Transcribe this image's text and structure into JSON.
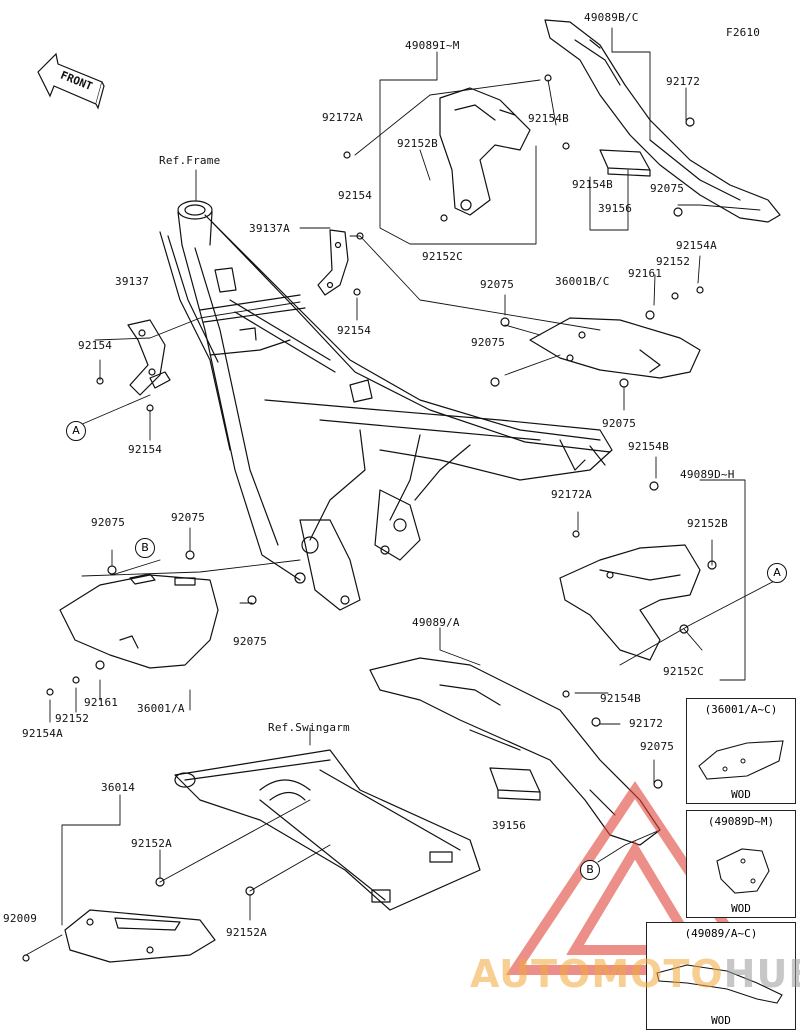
{
  "diagram_code": "F2610",
  "front_label": "FRONT",
  "labels": {
    "p49089BC": "49089B/C",
    "p49089IM": "49089I~M",
    "p92172A_top": "92172A",
    "p92154B_a": "92154B",
    "p92152B_top": "92152B",
    "p92154B_b": "92154B",
    "p92152C_top": "92152C",
    "p92172_top": "92172",
    "p92075_top": "92075",
    "p39156_top": "39156",
    "p92154A_top": "92154A",
    "p92152_top": "92152",
    "p92161_top": "92161",
    "refFrame": "Ref.Frame",
    "p92154_a": "92154",
    "p39137A": "39137A",
    "p39137": "39137",
    "p92154_b": "92154",
    "p92154_c": "92154",
    "p92154_d": "92154",
    "p36001BC": "36001B/C",
    "p92075_m1": "92075",
    "p92075_m2": "92075",
    "p92075_m3": "92075",
    "p92154B_c": "92154B",
    "p49089DH": "49089D~H",
    "p92172A_mid": "92172A",
    "p92152B_mid": "92152B",
    "p92075_l1": "92075",
    "p92075_l2": "92075",
    "p92075_l3": "92075",
    "p49089A": "49089/A",
    "p92152C_mid": "92152C",
    "p92154B_d": "92154B",
    "p92172_mid": "92172",
    "p92075_r": "92075",
    "p92161_low": "92161",
    "p92152_low": "92152",
    "p36001A": "36001/A",
    "p92154A_low": "92154A",
    "refSwingarm": "Ref.Swingarm",
    "p36014": "36014",
    "p92152A_a": "92152A",
    "p39156_low": "39156",
    "p92009": "92009",
    "p92152A_b": "92152A"
  },
  "callouts": {
    "A": "A",
    "B": "B"
  },
  "insets": [
    {
      "caption": "(36001/A~C)",
      "footer": "WOD"
    },
    {
      "caption": "(49089D~M)",
      "footer": "WOD"
    },
    {
      "caption": "(49089/A~C)",
      "footer": "WOD"
    }
  ],
  "watermark": {
    "part1": "AUTO",
    "part2": "MOTO",
    "part3": "HUB"
  }
}
